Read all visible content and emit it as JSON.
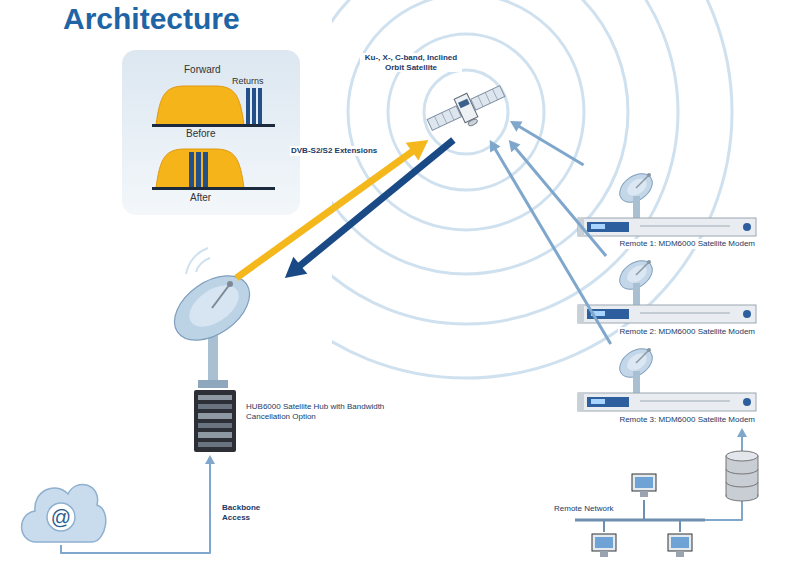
{
  "diagram": {
    "title": "Architecture",
    "nodes": [
      {
        "text": [
          "Forward",
          "Returns",
          "Before",
          "After"
        ]
      },
      {
        "text": [
          "Ku-, X-, C-band, Inclined Orbit Satellite"
        ]
      },
      {
        "text": [
          "HUB6000 Satellite Hub with Bandwidth Cancellation Option"
        ]
      },
      {
        "text": [
          "Remote 1: MDM6000 Satellite Modem"
        ]
      },
      {
        "text": [
          "Remote 2: MDM6000 Satellite Modem"
        ]
      },
      {
        "text": [
          "Remote 3: MDM6000 Satellite Modem"
        ]
      },
      {
        "text": [
          "@"
        ]
      },
      {
        "text": [
          "Remote Network"
        ]
      }
    ],
    "edges": [
      {
        "from": 2,
        "to": 1,
        "label": "DVB-S2/S2 Extensions",
        "arrow": "to"
      },
      {
        "from": 1,
        "to": 2,
        "arrow": "to"
      },
      {
        "from": 3,
        "to": 1,
        "arrow": "to"
      },
      {
        "from": 4,
        "to": 1,
        "arrow": "to"
      },
      {
        "from": 5,
        "to": 1,
        "arrow": "to"
      },
      {
        "from": 6,
        "to": 2,
        "label": "Backbone Access",
        "arrow": "to"
      },
      {
        "from": 7,
        "to": 5,
        "arrow": "to"
      }
    ]
  }
}
